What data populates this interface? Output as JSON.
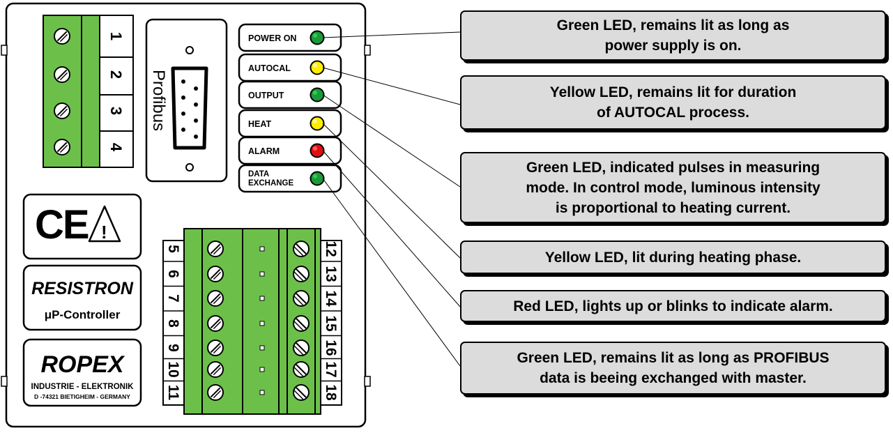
{
  "terminal_top": {
    "numbers": [
      "1",
      "2",
      "3",
      "4"
    ]
  },
  "profibus_label": "Profibus",
  "leds": [
    {
      "label": "POWER ON",
      "color": "#1a9a3a",
      "glow": "#2bd14f"
    },
    {
      "label": "AUTOCAL",
      "color": "#ffee00",
      "glow": "#fff799"
    },
    {
      "label": "OUTPUT",
      "color": "#1a9a3a",
      "glow": "#2bd14f"
    },
    {
      "label": "HEAT",
      "color": "#ffee00",
      "glow": "#fff799"
    },
    {
      "label": "ALARM",
      "color": "#e01010",
      "glow": "#ff5a5a"
    },
    {
      "label": "DATA\nEXCHANGE",
      "color": "#1a9a3a",
      "glow": "#2bd14f"
    }
  ],
  "terminal_bottom": {
    "left_numbers": [
      "5",
      "6",
      "7",
      "8",
      "9",
      "10",
      "11"
    ],
    "right_numbers": [
      "12",
      "13",
      "14",
      "15",
      "16",
      "17",
      "18"
    ]
  },
  "brand": {
    "product": "RESISTRON",
    "product_sub": "μP-Controller",
    "maker": "ROPEX",
    "maker_line1": "INDUSTRIE - ELEKTRONIK",
    "maker_line2": "D -74321 BIETIGHEIM - GERMANY"
  },
  "ce_mark": "CE",
  "warning_symbol": "!",
  "callouts": [
    {
      "text": "Green LED, remains lit as long as\npower supply is on."
    },
    {
      "text": "Yellow LED, remains lit for duration\nof AUTOCAL process."
    },
    {
      "text": "Green LED, indicated pulses in measuring\nmode. In control mode, luminous intensity\nis proportional to heating current."
    },
    {
      "text": "Yellow LED, lit during heating phase."
    },
    {
      "text": "Red LED, lights up or blinks to indicate alarm."
    },
    {
      "text": "Green LED, remains lit as long as PROFIBUS\ndata is beeing exchanged with master."
    }
  ],
  "colors": {
    "terminal_green": "#6cc04a",
    "callout_bg": "#dcdcdc"
  }
}
